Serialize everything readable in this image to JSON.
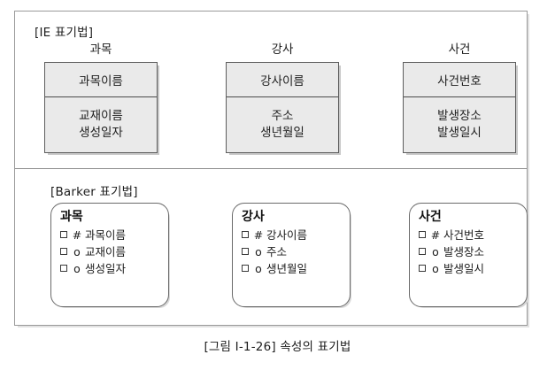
{
  "figure": {
    "caption": "[그림 Ⅰ-1-26] 속성의 표기법",
    "colors": {
      "frame_border": "#9a9a9a",
      "ie_box_fill": "#eaeaea",
      "ie_box_border": "#5d5d5d",
      "barker_box_border": "#6a6a6a",
      "barker_box_fill": "#ffffff",
      "text": "#1c1c1c",
      "shadow": "#d8d8d8"
    }
  },
  "sections": [
    {
      "id": "ie",
      "label": "[IE 표기법]",
      "entities": [
        {
          "name": "과목",
          "primary_key": "과목이름",
          "attributes": [
            "교재이름",
            "생성일자"
          ]
        },
        {
          "name": "강사",
          "primary_key": "강사이름",
          "attributes": [
            "주소",
            "생년월일"
          ]
        },
        {
          "name": "사건",
          "primary_key": "사건번호",
          "attributes": [
            "발생장소",
            "발생일시"
          ]
        }
      ]
    },
    {
      "id": "barker",
      "label": "[Barker 표기법]",
      "entities": [
        {
          "name": "과목",
          "attributes": [
            {
              "box": "□",
              "marker": "#",
              "name": "과목이름"
            },
            {
              "box": "□",
              "marker": "o",
              "name": "교재이름"
            },
            {
              "box": "□",
              "marker": "o",
              "name": "생성일자"
            }
          ]
        },
        {
          "name": "강사",
          "attributes": [
            {
              "box": "□",
              "marker": "#",
              "name": "강사이름"
            },
            {
              "box": "□",
              "marker": "o",
              "name": "주소"
            },
            {
              "box": "□",
              "marker": "o",
              "name": "생년월일"
            }
          ]
        },
        {
          "name": "사건",
          "attributes": [
            {
              "box": "□",
              "marker": "#",
              "name": "사건번호"
            },
            {
              "box": "□",
              "marker": "o",
              "name": "발생장소"
            },
            {
              "box": "□",
              "marker": "o",
              "name": "발생일시"
            }
          ]
        }
      ]
    }
  ]
}
